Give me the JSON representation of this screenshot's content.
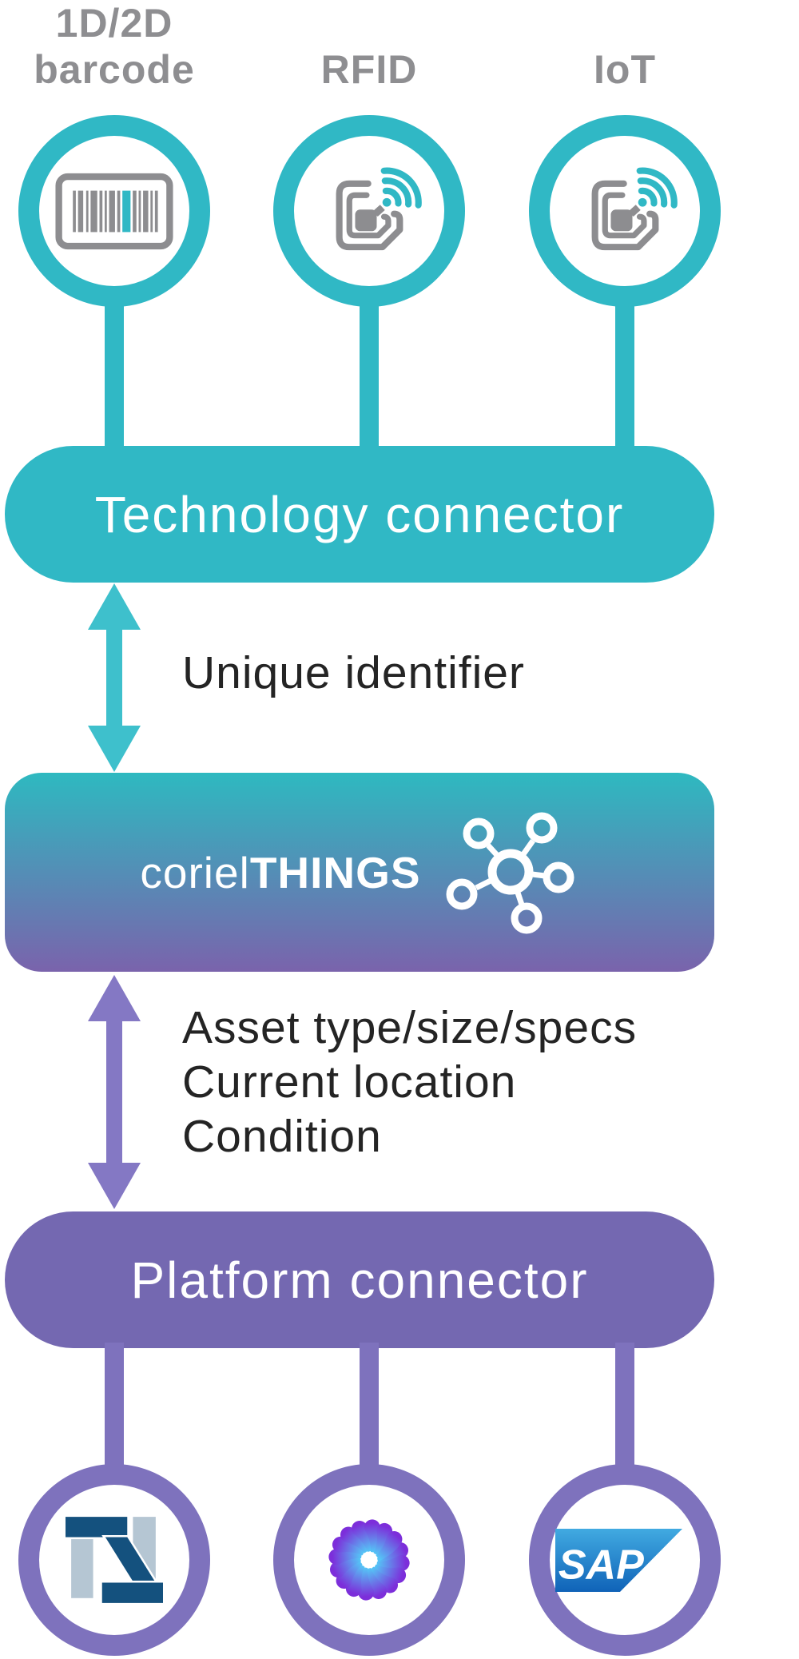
{
  "diagram": {
    "top_sources": [
      {
        "label": "1D/2D\nbarcode",
        "icon": "barcode-icon"
      },
      {
        "label": "RFID",
        "icon": "rfid-tag-icon"
      },
      {
        "label": "IoT",
        "icon": "iot-tag-icon"
      }
    ],
    "technology_connector_label": "Technology connector",
    "up_flow_label": "Unique identifier",
    "core": {
      "brand_normal": "coriel",
      "brand_bold": "THINGS",
      "icon": "network-hub-icon"
    },
    "down_flow_labels": "Asset type/size/specs\nCurrent location\nCondition",
    "platform_connector_label": "Platform connector",
    "platforms": [
      {
        "icon": "netsuite-logo"
      },
      {
        "icon": "pinwheel-burst-logo"
      },
      {
        "icon": "sap-logo",
        "text": "SAP"
      }
    ]
  },
  "colors": {
    "teal": "#30B8C5",
    "teal_arrow": "#3EC0CC",
    "purple_box": "#7468B1",
    "purple_ring": "#7E72BD",
    "purple_arrow": "#8478C4",
    "grad_top": "#2EB9C0",
    "grad_bottom": "#7A63AC",
    "gray_text": "#8E8E91",
    "gray_icon": "#8D8D90",
    "dark_text": "#242424",
    "ns_dark": "#14517E",
    "ns_light": "#B5C6D3",
    "sap_top": "#41AAE1",
    "sap_bottom": "#1063B8",
    "pin_inner": "#55C4F6",
    "pin_outer": "#7C2EDA"
  }
}
